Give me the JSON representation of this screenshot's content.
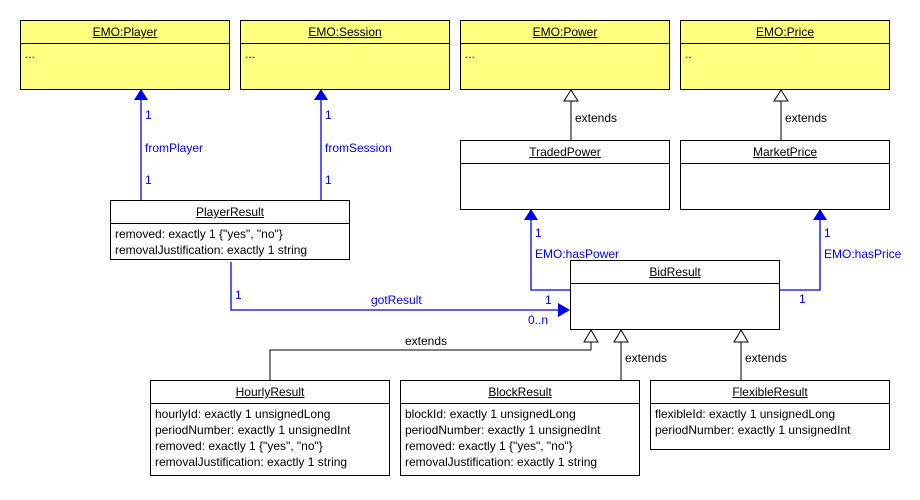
{
  "classes": {
    "player": {
      "name": "EMO:Player",
      "attributes": [
        "..."
      ]
    },
    "session": {
      "name": "EMO:Session",
      "attributes": [
        "..."
      ]
    },
    "power": {
      "name": "EMO:Power",
      "attributes": [
        "..."
      ]
    },
    "price": {
      "name": "EMO:Price",
      "attributes": [
        ".."
      ]
    },
    "traded_power": {
      "name": "TradedPower",
      "attributes": []
    },
    "market_price": {
      "name": "MarketPrice",
      "attributes": []
    },
    "player_result": {
      "name": "PlayerResult",
      "attributes": [
        "removed: exactly 1 {\"yes\", \"no\"}",
        "removalJustification: exactly 1 string"
      ]
    },
    "bid_result": {
      "name": "BidResult",
      "attributes": []
    },
    "hourly_result": {
      "name": "HourlyResult",
      "attributes": [
        "hourlyId: exactly 1 unsignedLong",
        "periodNumber: exactly 1 unsignedInt",
        "removed: exactly 1 {\"yes\", \"no\"}",
        "removalJustification: exactly 1 string"
      ]
    },
    "block_result": {
      "name": "BlockResult",
      "attributes": [
        "blockId: exactly 1 unsignedLong",
        "periodNumber: exactly 1 unsignedInt",
        "removed: exactly 1 {\"yes\", \"no\"}",
        "removalJustification: exactly 1 string"
      ]
    },
    "flexible_result": {
      "name": "FlexibleResult",
      "attributes": [
        "flexibleId: exactly 1 unsignedLong",
        "periodNumber: exactly 1 unsignedInt"
      ]
    }
  },
  "associations": {
    "from_player": {
      "label": "fromPlayer",
      "source_mult": "1",
      "target_mult": "1"
    },
    "from_session": {
      "label": "fromSession",
      "source_mult": "1",
      "target_mult": "1"
    },
    "got_result": {
      "label": "gotResult",
      "source_mult": "1",
      "target_mult": "0..n",
      "target_mult2": "1"
    },
    "has_power": {
      "label": "EMO:hasPower",
      "target_mult": "1",
      "source_mult": "1"
    },
    "has_price": {
      "label": "EMO:hasPrice",
      "target_mult": "1",
      "source_mult": "1"
    }
  },
  "generalizations": {
    "label": "extends"
  },
  "colors": {
    "external_class_fill": "#ffff80",
    "association": "#0000ee"
  }
}
